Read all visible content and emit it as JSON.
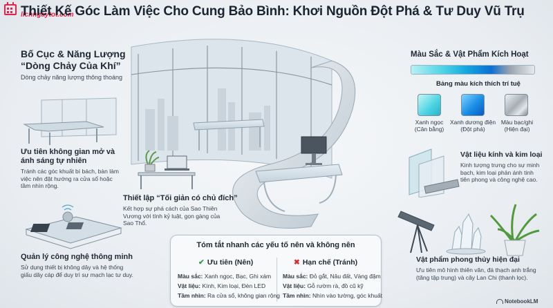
{
  "brand_logo": {
    "text": "lichngaytot.com"
  },
  "title": "Thiết Kế Góc Làm Việc Cho Cung Bảo Bình: Khơi Nguồn Đột Phá & Tư Duy Vũ Trụ",
  "left": {
    "heading_line1": "Bố Cục & Năng Lượng",
    "heading_line2": "“Dòng Chảy Của Khí”",
    "subtitle": "Dòng chảy năng lượng thông thoáng",
    "space": {
      "title_line1": "Ưu tiên không gian mở và",
      "title_line2": "ánh sáng tự nhiên",
      "desc_line1": "Tránh các góc khuất bí bách, bàn làm",
      "desc_line2": "việc nên đặt hướng ra cửa sổ hoặc",
      "desc_line3": "tầm nhìn rộng."
    },
    "tech": {
      "title": "Quản lý công nghệ thông minh",
      "desc_line1": "Sử dụng thiết bị không dây và hệ thống",
      "desc_line2": "giấu dây cáp để duy trì sự mạch lạc tư duy."
    }
  },
  "middle": {
    "minimal": {
      "title": "Thiết lập “Tối giản có chủ đích”",
      "desc_line1": "Kết hợp sự phá cách của Sao Thiên",
      "desc_line2": "Vương với tính kỷ luật, gọn gàng của",
      "desc_line3": "Sao Thổ."
    }
  },
  "right": {
    "heading": "Màu Sắc & Vật Phẩm Kích Hoạt",
    "palette_title": "Bảng màu kích thích trí tuệ",
    "swatches": [
      {
        "line1": "Xanh ngọc",
        "line2": "(Cân bằng)",
        "color": "#49d3e2"
      },
      {
        "line1": "Xanh dương điện",
        "line2": "(Đột phá)",
        "color": "#1a8de5"
      },
      {
        "line1": "Màu bạc/ghi",
        "line2": "(Hiện đại)",
        "color": "#a6aeb6"
      }
    ],
    "materials": {
      "title": "Vật liệu kính và kim loại",
      "desc_line1": "Kinh tượng trưng cho sự minh",
      "desc_line2": "bạch, kim loại phản ánh tinh",
      "desc_line3": "tiên phong và công nghệ cao."
    },
    "items": {
      "title": "Vật phẩm phong thủy hiện đại",
      "desc_line1": "Ưu tiên mô hình thiên văn, đá thạch anh trắng",
      "desc_line2": "(tăng tập trung) và cây Lan Chi (thanh lọc)."
    }
  },
  "summary": {
    "title": "Tóm tắt nhanh các yếu tố nên và không nên",
    "do": {
      "header": "Ưu tiên (Nên)",
      "rows": [
        {
          "label": "Màu sắc:",
          "value": "Xanh ngọc, Bạc, Ghi xám"
        },
        {
          "label": "Vật liệu:",
          "value": "Kính, Kim loại, Đèn LED"
        },
        {
          "label": "Tầm nhìn:",
          "value": "Ra cửa sổ, không gian rộng"
        }
      ]
    },
    "dont": {
      "header": "Hạn chế (Tránh)",
      "rows": [
        {
          "label": "Màu sắc:",
          "value": "Đỏ gắt, Nâu đất, Vàng đậm"
        },
        {
          "label": "Vật liệu:",
          "value": "Gỗ rườm rà, đồ cũ kỹ"
        },
        {
          "label": "Tầm nhìn:",
          "value": "Nhìn vào tường, góc khuất"
        }
      ]
    }
  },
  "footer": {
    "brand": "NotebookLM"
  },
  "colors": {
    "accent_red": "#e8234a",
    "check_green": "#2e9e48",
    "cross_red": "#d8302f"
  }
}
